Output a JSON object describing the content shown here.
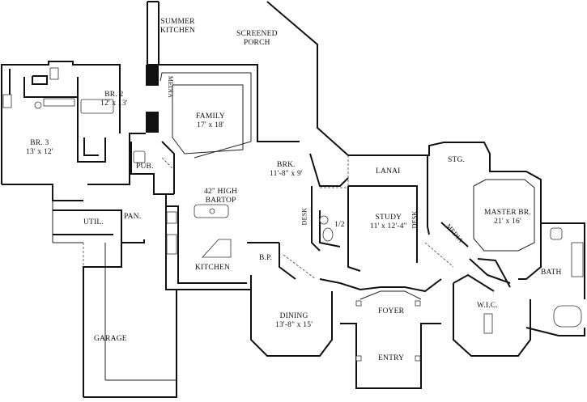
{
  "rooms": {
    "summer_kitchen": {
      "line1": "SUMMER",
      "line2": "KITCHEN"
    },
    "screened_porch": {
      "line1": "SCREENED",
      "line2": "PORCH"
    },
    "media_family": "MEDIA",
    "family": {
      "name": "FAMILY",
      "dims": "17' x 18'"
    },
    "br2": {
      "name": "BR. 2",
      "dims": "12' x 13'"
    },
    "br3": {
      "name": "BR. 3",
      "dims": "13' x 12'"
    },
    "pub": "PUB.",
    "brk": {
      "name": "BRK.",
      "dims": "11'-8\" x 9'"
    },
    "bartop": {
      "line1": "42\" HIGH",
      "line2": "BARTOP"
    },
    "lanai": "LANAI",
    "stg": "STG.",
    "master": {
      "name": "MASTER BR.",
      "dims": "21' x 16'"
    },
    "study": {
      "name": "STUDY",
      "dims": "11' x 12'-4\""
    },
    "half_bath": "1/2",
    "desk_left": "DESK",
    "desk_right": "DESK",
    "media_master": "MEDIA",
    "util": "UTIL.",
    "pan": "PAN.",
    "kitchen": "KITCHEN",
    "bp": "B.P.",
    "bath": "BATH",
    "wic": "W.I.C.",
    "dining": {
      "name": "DINING",
      "dims": "13'-8\" x 15'"
    },
    "foyer": "FOYER",
    "entry": "ENTRY",
    "garage": "GARAGE"
  }
}
